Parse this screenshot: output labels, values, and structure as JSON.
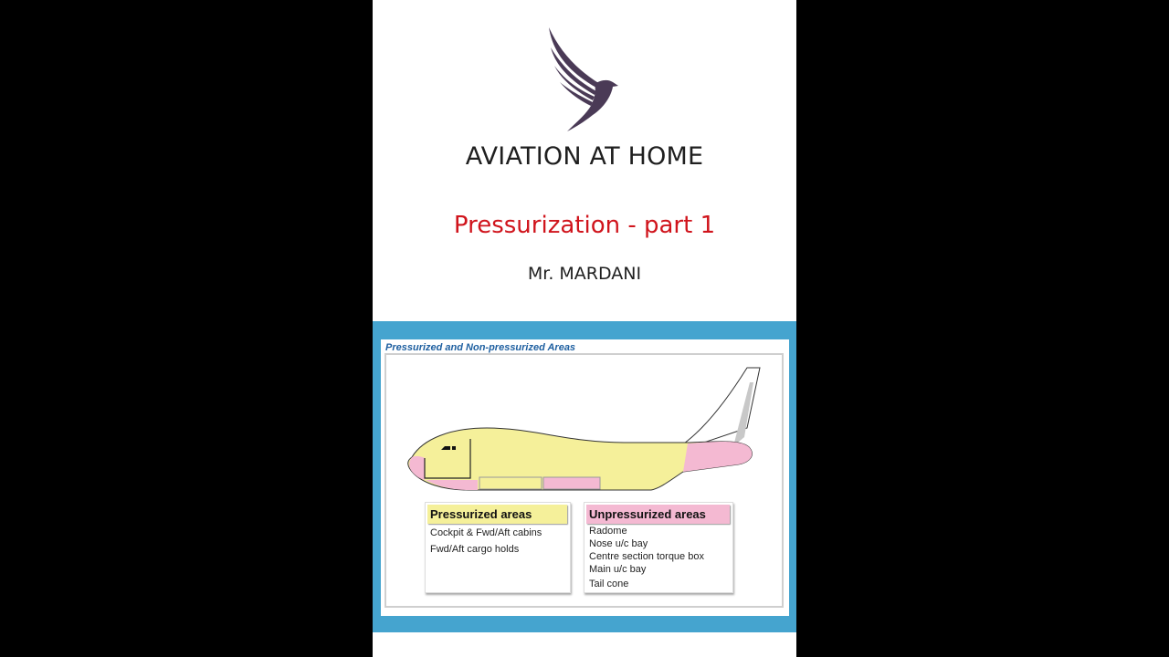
{
  "brand": {
    "name": "AVIATION AT HOME",
    "logo_icon": "eagle-logo-icon",
    "logo_color": "#4a3a56"
  },
  "video": {
    "title": "Pressurization - part 1",
    "author": "Mr. MARDANI",
    "title_color": "#d0141c"
  },
  "slide": {
    "title": "Pressurized and Non-pressurized Areas",
    "frame_color": "#45a4cf",
    "pressurized_color": "#f5f09a",
    "unpressurized_color": "#f4b9d2",
    "legend": {
      "pressurized": {
        "heading": "Pressurized areas",
        "items": [
          "Cockpit & Fwd/Aft cabins",
          "Fwd/Aft cargo holds"
        ]
      },
      "unpressurized": {
        "heading": "Unpressurized areas",
        "items": [
          "Radome",
          "Nose u/c bay",
          "Centre section torque box",
          "Main u/c bay",
          "Tail cone"
        ]
      }
    }
  }
}
